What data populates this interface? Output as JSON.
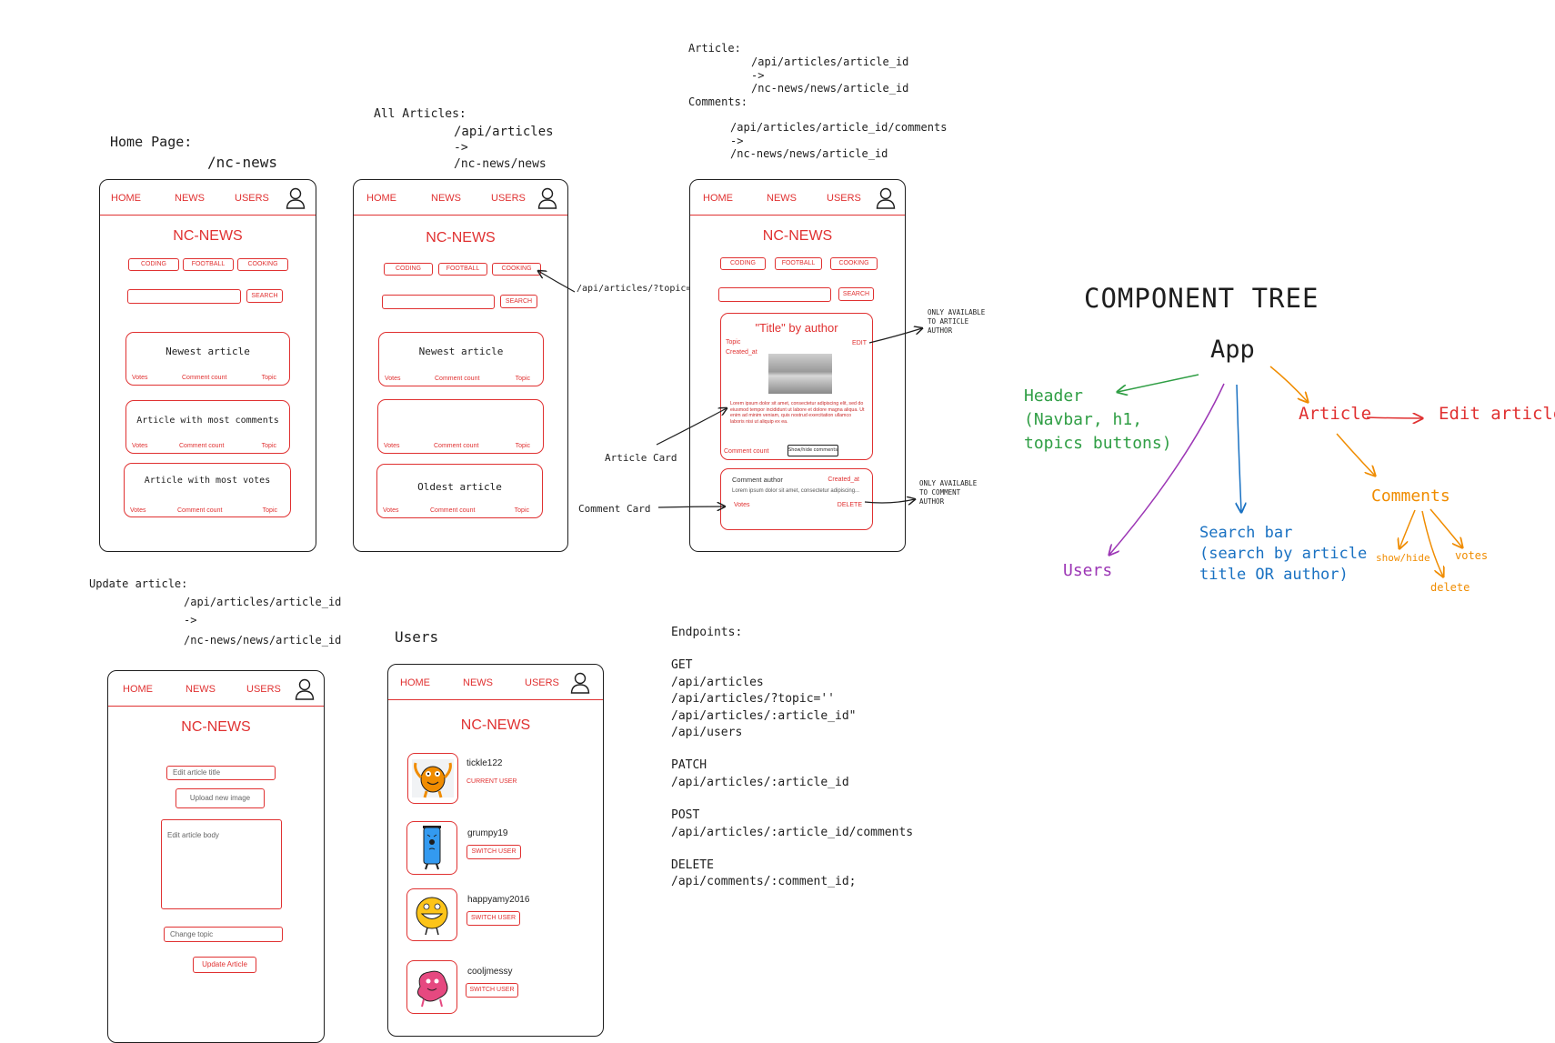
{
  "nav": {
    "home": "HOME",
    "news": "NEWS",
    "users": "USERS"
  },
  "brand": "NC-NEWS",
  "topics": [
    "CODING",
    "FOOTBALL",
    "COOKING"
  ],
  "search_label": "SEARCH",
  "home": {
    "heading": "Home Page:",
    "route": "/nc-news",
    "cards": [
      {
        "title": "Newest article",
        "votes": "Votes",
        "comments": "Comment count",
        "topic": "Topic"
      },
      {
        "title": "Article with most comments",
        "votes": "Votes",
        "comments": "Comment count",
        "topic": "Topic"
      },
      {
        "title": "Article with most votes",
        "votes": "Votes",
        "comments": "Comment count",
        "topic": "Topic"
      }
    ]
  },
  "all": {
    "heading": "All Articles:",
    "route1": "/api/articles",
    "arrow": "->",
    "route2": "/nc-news/news",
    "cards": [
      {
        "title": "Newest article",
        "votes": "Votes",
        "comments": "Comment count",
        "topic": "Topic"
      },
      {
        "title": "",
        "votes": "Votes",
        "comments": "Comment count",
        "topic": "Topic"
      },
      {
        "title": "Oldest article",
        "votes": "Votes",
        "comments": "Comment count",
        "topic": "Topic"
      }
    ],
    "topic_query": "/api/articles/?topic=''"
  },
  "article": {
    "h_article": "Article:",
    "r1": "/api/articles/article_id",
    "arrow": "->",
    "r2": "/nc-news/news/article_id",
    "h_comments": "Comments:",
    "r3": "/api/articles/article_id/comments",
    "r4": "/nc-news/news/article_id",
    "title": "\"Title\" by author",
    "topic": "Topic",
    "created": "Created_at",
    "edit": "EDIT",
    "body": "Lorem ipsum dolor sit amet, consectetur adipiscing elit, sed do eiusmod tempor incididunt ut labore et dolore magna aliqua. Ut enim ad minim veniam, quis nostrud exercitation ullamco laboris nisi ut aliquip ex ea.",
    "comment_count": "Comment count",
    "show_hide": "Show/hide comments",
    "comment_author": "Comment author",
    "comment_created": "Created_at",
    "comment_body": "Lorem ipsum dolor sit amet, consectetur adipiscing...",
    "comment_votes": "Votes",
    "delete": "DELETE",
    "note_author_1": "ONLY AVAILABLE",
    "note_author_2": "TO ARTICLE",
    "note_author_3": "AUTHOR",
    "note_comment_1": "ONLY AVAILABLE",
    "note_comment_2": "TO COMMENT",
    "note_comment_3": "AUTHOR",
    "label_article_card": "Article Card",
    "label_comment_card": "Comment Card"
  },
  "update": {
    "heading": "Update article:",
    "r1": "/api/articles/article_id",
    "arrow": "->",
    "r2": "/nc-news/news/article_id",
    "edit_title": "Edit article title",
    "upload": "Upload new image",
    "edit_body": "Edit article body",
    "change_topic": "Change topic",
    "submit": "Update Article"
  },
  "users": {
    "heading": "Users",
    "list": [
      {
        "name": "tickle122",
        "action": "CURRENT USER"
      },
      {
        "name": "grumpy19",
        "action": "SWITCH USER"
      },
      {
        "name": "happyamy2016",
        "action": "SWITCH USER"
      },
      {
        "name": "cooljmessy",
        "action": "SWITCH USER"
      }
    ]
  },
  "endpoints": {
    "heading": "Endpoints:",
    "get": "GET",
    "get_list": [
      "/api/articles",
      "/api/articles/?topic=''",
      "/api/articles/:article_id\"",
      "/api/users"
    ],
    "patch": "PATCH",
    "patch_list": [
      "/api/articles/:article_id"
    ],
    "post": "POST",
    "post_list": [
      "/api/articles/:article_id/comments"
    ],
    "delete": "DELETE",
    "delete_list": [
      "/api/comments/:comment_id;"
    ]
  },
  "tree": {
    "title": "COMPONENT TREE",
    "app": "App",
    "header_1": "Header",
    "header_2": "(Navbar, h1,",
    "header_3": "topics buttons)",
    "article": "Article",
    "edit_article": "Edit article",
    "comments": "Comments",
    "show_hide": "show/hide",
    "votes": "votes",
    "delete": "delete",
    "users": "Users",
    "search_1": "Search bar",
    "search_2": "(search by article",
    "search_3": "title OR author)",
    "colors": {
      "header": "#2f9e44",
      "article": "#e03131",
      "comments": "#f08c00",
      "users": "#9c36b5",
      "search": "#1971c2"
    }
  }
}
